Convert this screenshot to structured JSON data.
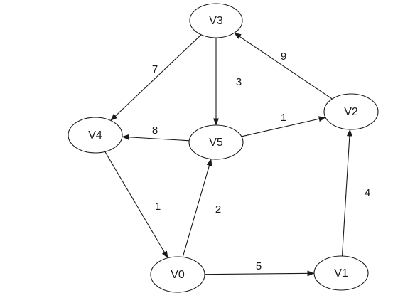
{
  "graph": {
    "nodes": [
      {
        "id": "V3",
        "label": "V3"
      },
      {
        "id": "V4",
        "label": "V4"
      },
      {
        "id": "V5",
        "label": "V5"
      },
      {
        "id": "V2",
        "label": "V2"
      },
      {
        "id": "V0",
        "label": "V0"
      },
      {
        "id": "V1",
        "label": "V1"
      }
    ],
    "edges": [
      {
        "from": "V3",
        "to": "V4",
        "weight": "7"
      },
      {
        "from": "V3",
        "to": "V5",
        "weight": "3"
      },
      {
        "from": "V2",
        "to": "V3",
        "weight": "9"
      },
      {
        "from": "V5",
        "to": "V2",
        "weight": "1"
      },
      {
        "from": "V5",
        "to": "V4",
        "weight": "8"
      },
      {
        "from": "V4",
        "to": "V0",
        "weight": "1"
      },
      {
        "from": "V0",
        "to": "V5",
        "weight": "2"
      },
      {
        "from": "V0",
        "to": "V1",
        "weight": "5"
      },
      {
        "from": "V1",
        "to": "V2",
        "weight": "4"
      }
    ]
  }
}
